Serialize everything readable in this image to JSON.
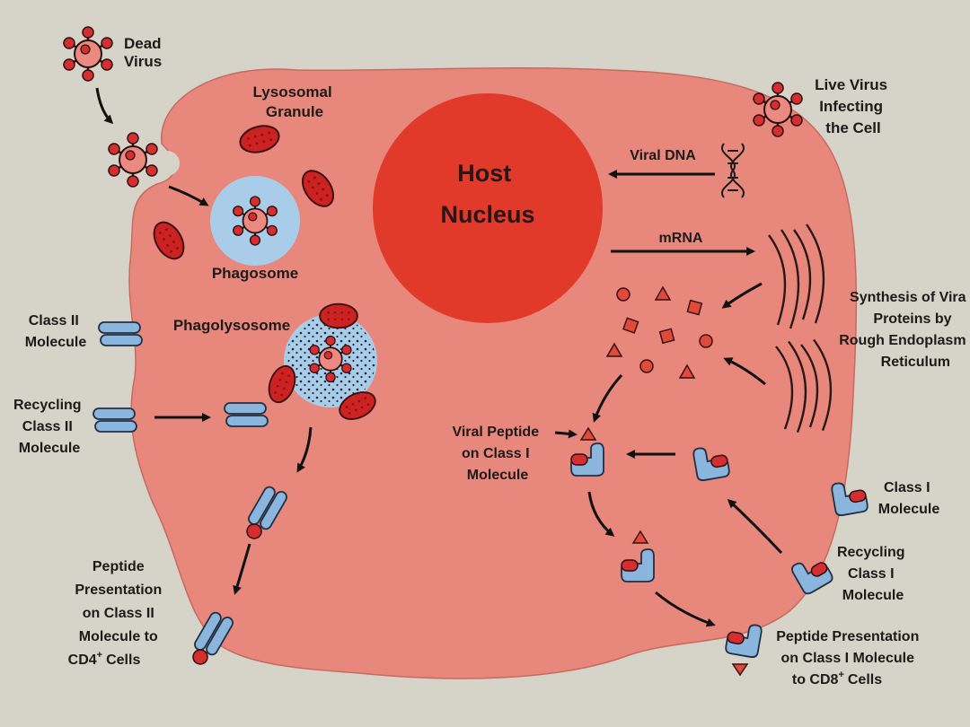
{
  "labels": {
    "dead_virus": [
      "Dead",
      "Virus"
    ],
    "lysosomal_granule": [
      "Lysosomal",
      "Granule"
    ],
    "host_nucleus": [
      "Host",
      "Nucleus"
    ],
    "live_virus": [
      "Live Virus",
      "Infecting",
      "the Cell"
    ],
    "viral_dna": "Viral DNA",
    "mrna": "mRNA",
    "phagosome": "Phagosome",
    "phagolysosome": "Phagolysosome",
    "class_ii_molecule": [
      "Class II",
      "Molecule"
    ],
    "recycling_class_ii": [
      "Recycling",
      "Class II",
      "Molecule"
    ],
    "synthesis": [
      "Synthesis of Vira",
      "Proteins by",
      "Rough Endoplasm",
      "Reticulum"
    ],
    "viral_peptide": [
      "Viral Peptide",
      "on Class I",
      "Molecule"
    ],
    "class_i_molecule": [
      "Class I",
      "Molecule"
    ],
    "recycling_class_i": [
      "Recycling",
      "Class I",
      "Molecule"
    ],
    "peptide_class_ii": [
      "Peptide",
      "Presentation",
      "on Class II",
      "Molecule to",
      "CD4",
      "+",
      "Cells"
    ],
    "peptide_class_i": [
      "Peptide Presentation",
      "on Class I Molecule",
      "to CD8",
      "+",
      "Cells"
    ]
  },
  "colors": {
    "page": "#d6d3c8",
    "cell": "#e8877c",
    "nucleus": "#e23a2a",
    "virus": "#cc2a2a",
    "phagosome": "#a9cde8",
    "mhc": "#8ab6dd",
    "outline": "#3a2020"
  }
}
